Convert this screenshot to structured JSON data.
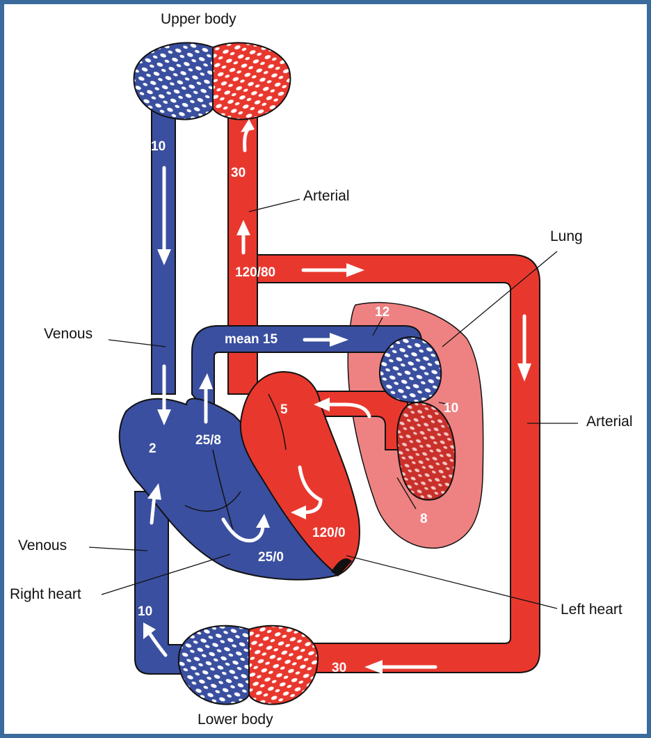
{
  "colors": {
    "venous": "#3a4f9f",
    "arterial": "#e8382e",
    "lung": "#ee8282",
    "frame": "#3a6b9c"
  },
  "labels": {
    "upper_body": "Upper body",
    "lower_body": "Lower body",
    "arterial_upper": "Arterial",
    "arterial_right": "Arterial",
    "lung": "Lung",
    "venous_upper": "Venous",
    "venous_lower": "Venous",
    "right_heart": "Right heart",
    "left_heart": "Left heart"
  },
  "pressures": {
    "upper_venous": "10",
    "upper_arterial": "30",
    "aorta": "120/80",
    "pulmonary_artery": "mean 15",
    "pulmonary_capillary_arterial": "12",
    "pulmonary_capillary_mid": "10",
    "pulmonary_venous": "8",
    "left_atrium": "5",
    "right_atrium": "2",
    "right_ventricle_outflow": "25/8",
    "left_ventricle": "120/0",
    "right_ventricle": "25/0",
    "lower_venous": "10",
    "lower_arterial": "30"
  }
}
